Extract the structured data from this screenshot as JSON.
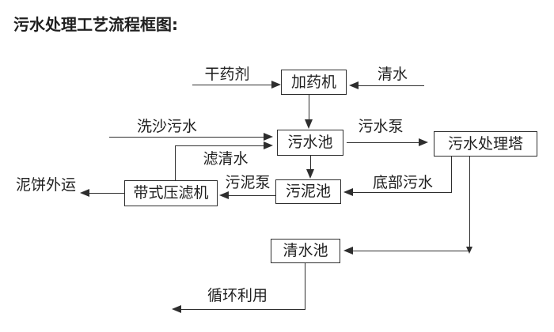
{
  "title": "污水处理工艺流程框图:",
  "colors": {
    "line": "#2e2e2e",
    "text": "#1f1f1f",
    "box_border": "#2e2e2e",
    "background": "#ffffff"
  },
  "nodes": {
    "dosing_machine": {
      "label": "加药机"
    },
    "sewage_pool": {
      "label": "污水池"
    },
    "treatment_tower": {
      "label": "污水处理塔"
    },
    "sludge_pool": {
      "label": "污泥池"
    },
    "belt_filter_press": {
      "label": "带式压滤机"
    },
    "clean_water_pool": {
      "label": "清水池"
    }
  },
  "flow_labels": {
    "dry_chemical": "干药剂",
    "clean_water": "清水",
    "sand_washing_sewage": "洗沙污水",
    "sewage_pump": "污水泵",
    "filtered_water": "滤清水",
    "sludge_pump": "污泥泵",
    "bottom_sewage": "底部污水",
    "mud_cake_out": "泥饼外运",
    "recycle": "循环利用"
  }
}
